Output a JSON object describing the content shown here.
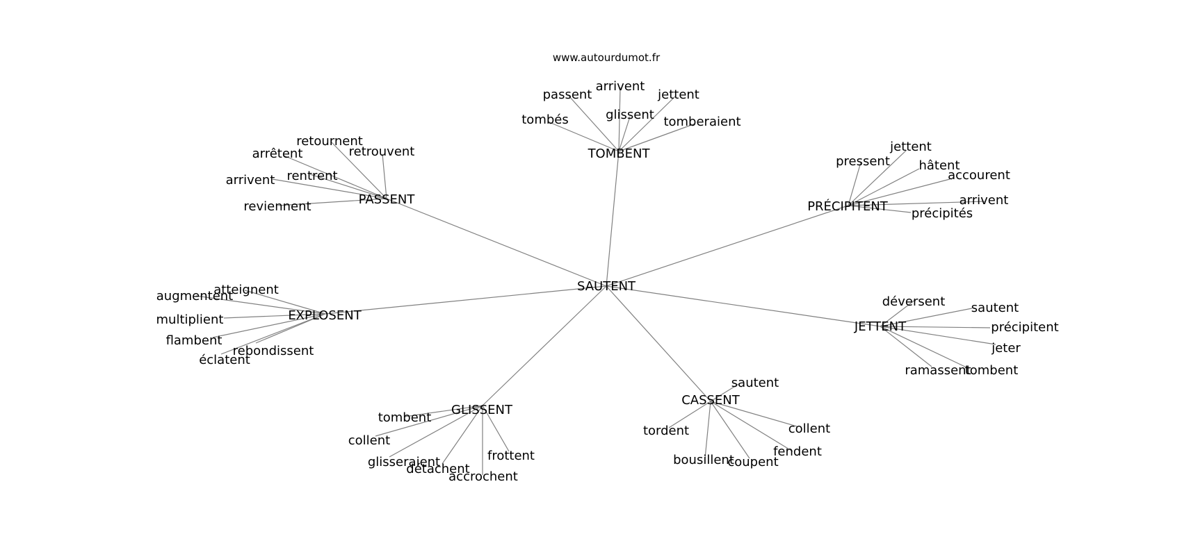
{
  "source": "www.autourdumot.fr",
  "center": {
    "label": "SAUTENT"
  },
  "colors": {
    "edge": "#808080",
    "text": "#000000",
    "background": "#ffffff"
  },
  "hubs": [
    {
      "id": "tombent",
      "label": "TOMBENT",
      "leaves": [
        "passent",
        "arrivent",
        "jettent",
        "glissent",
        "tombés",
        "tomberaient"
      ]
    },
    {
      "id": "passent",
      "label": "PASSENT",
      "leaves": [
        "retournent",
        "arrêtent",
        "retrouvent",
        "rentrent",
        "arrivent",
        "reviennent"
      ]
    },
    {
      "id": "precipitent",
      "label": "PRÉCIPITENT",
      "leaves": [
        "jettent",
        "pressent",
        "hâtent",
        "accourent",
        "arrivent",
        "précipités"
      ]
    },
    {
      "id": "explosent",
      "label": "EXPLOSENT",
      "leaves": [
        "atteignent",
        "augmentent",
        "multiplient",
        "flambent",
        "rebondissent",
        "éclatent"
      ]
    },
    {
      "id": "jettent",
      "label": "JETTENT",
      "leaves": [
        "déversent",
        "sautent",
        "précipitent",
        "jeter",
        "ramassent",
        "tombent"
      ]
    },
    {
      "id": "glissent",
      "label": "GLISSENT",
      "leaves": [
        "tombent",
        "collent",
        "glisseraient",
        "détachent",
        "accrochent",
        "frottent"
      ]
    },
    {
      "id": "cassent",
      "label": "CASSENT",
      "leaves": [
        "sautent",
        "tordent",
        "collent",
        "fendent",
        "bousillent",
        "coupent"
      ]
    }
  ]
}
